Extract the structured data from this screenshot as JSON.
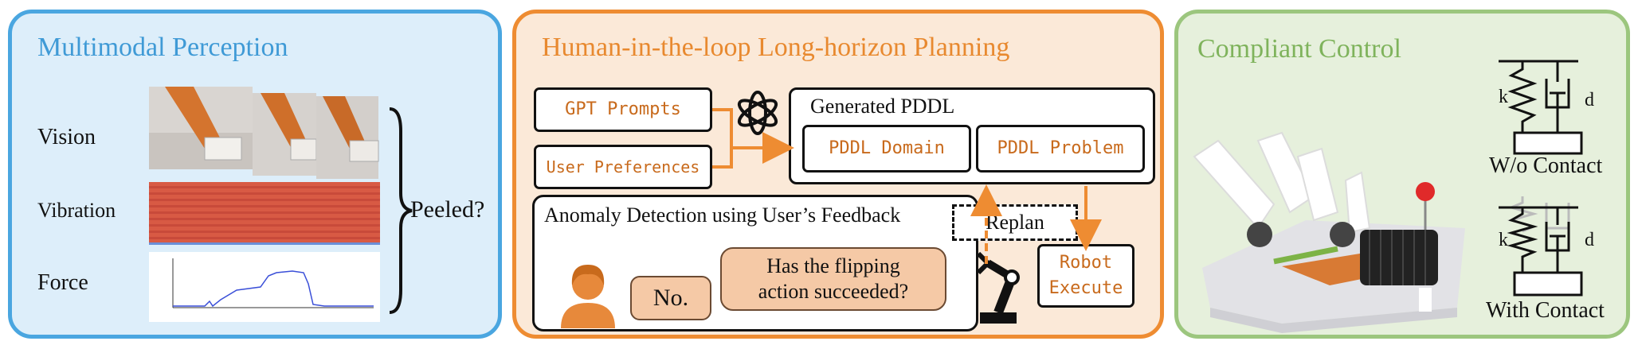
{
  "perception": {
    "title": "Multimodal Perception",
    "labels": {
      "vision": "Vision",
      "vibration": "Vibration",
      "force": "Force"
    },
    "question": "Peeled?"
  },
  "planning": {
    "title": "Human-in-the-loop Long-horizon Planning",
    "gpt_prompts": "GPT Prompts",
    "user_preferences": "User Preferences",
    "generated_pddl": "Generated PDDL",
    "pddl_domain": "PDDL Domain",
    "pddl_problem": "PDDL Problem",
    "anomaly_detection": "Anomaly Detection using User’s Feedback",
    "replan": "Replan",
    "robot_execute_line1": "Robot",
    "robot_execute_line2": "Execute",
    "question_line1": "Has the flipping",
    "question_line2": "action succeeded?",
    "answer": "No."
  },
  "control": {
    "title": "Compliant Control",
    "k": "k",
    "d": "d",
    "without_contact": "W/o Contact",
    "with_contact": "With Contact"
  },
  "colors": {
    "blue": "#4aa6e0",
    "orange": "#ee8c32",
    "green": "#9cc67e",
    "code_orange": "#c86a1c"
  }
}
